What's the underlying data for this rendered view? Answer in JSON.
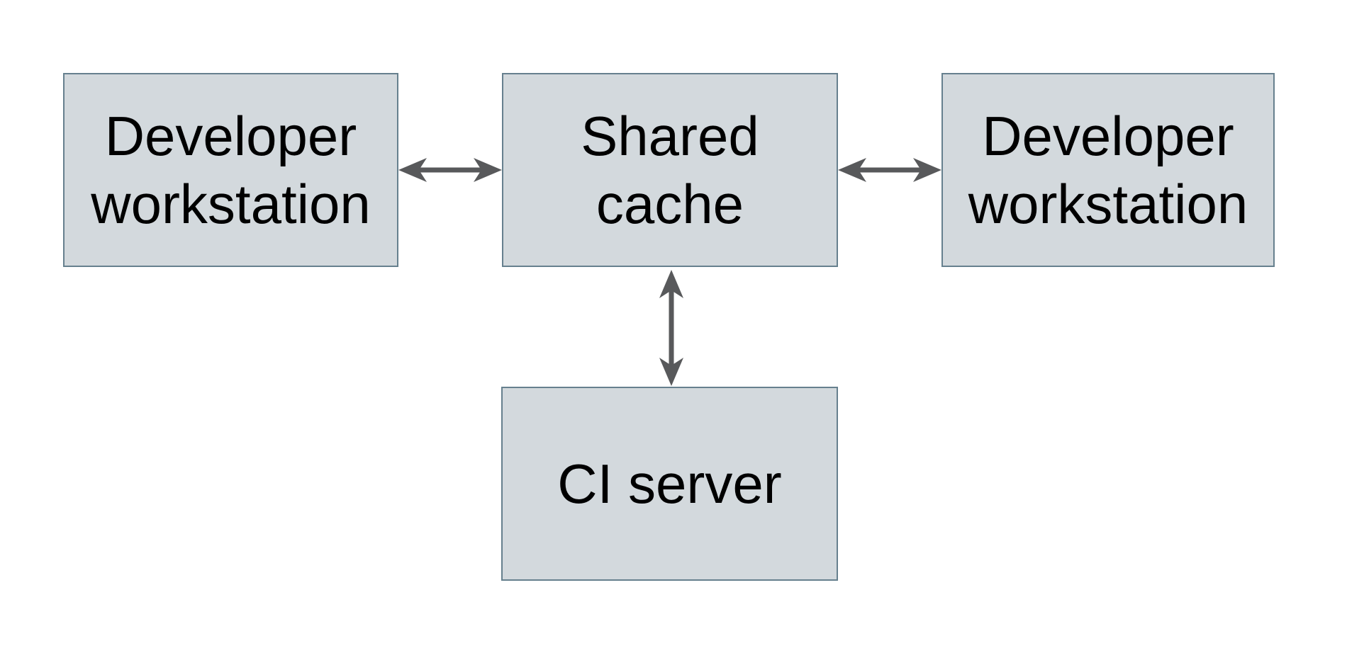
{
  "diagram": {
    "title": "",
    "background_color": "#ffffff",
    "node_fill_color": "#d3d9dd",
    "node_border_color": "#66808e",
    "arrow_color": "#58595b",
    "text_color": "#000000",
    "nodes": [
      {
        "id": "developer-workstation-left",
        "label": "Developer\nworkstation"
      },
      {
        "id": "shared-cache",
        "label": "Shared\ncache"
      },
      {
        "id": "developer-workstation-right",
        "label": "Developer\nworkstation"
      },
      {
        "id": "ci-server",
        "label": "CI server"
      }
    ],
    "connections": [
      {
        "from": "developer-workstation-left",
        "to": "shared-cache",
        "style": "bidirectional-arrow"
      },
      {
        "from": "shared-cache",
        "to": "developer-workstation-right",
        "style": "bidirectional-arrow"
      },
      {
        "from": "shared-cache",
        "to": "ci-server",
        "style": "bidirectional-arrow"
      }
    ]
  }
}
